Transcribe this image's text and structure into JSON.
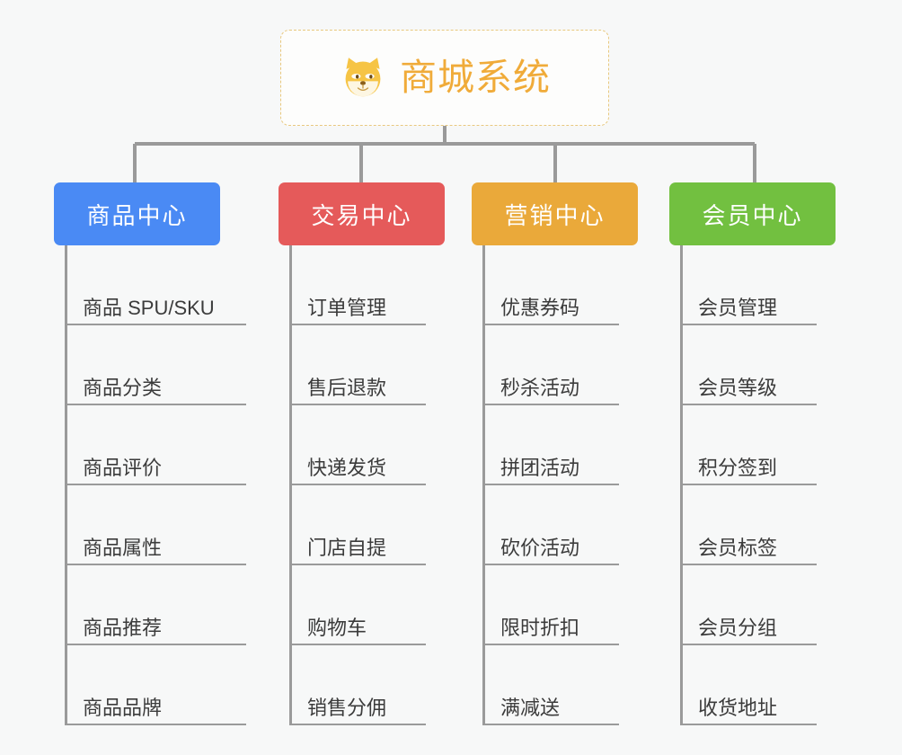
{
  "diagram": {
    "type": "mindmap-tree",
    "background": "#f7f8f8",
    "root": {
      "title": "商城系统",
      "icon": "dog-face-icon",
      "text_color": "#f0ab39",
      "border_color": "#e8c87e",
      "background": "#fdfdfc"
    },
    "line_color": "#9a9a9a",
    "leaf_text_color": "#3b3b3b",
    "columns": [
      {
        "label": "商品中心",
        "color": "#4a8af4",
        "items": [
          "商品 SPU/SKU",
          "商品分类",
          "商品评价",
          "商品属性",
          "商品推荐",
          "商品品牌"
        ]
      },
      {
        "label": "交易中心",
        "color": "#e55a5a",
        "items": [
          "订单管理",
          "售后退款",
          "快递发货",
          "门店自提",
          "购物车",
          "销售分佣"
        ]
      },
      {
        "label": "营销中心",
        "color": "#eaa93a",
        "items": [
          "优惠券码",
          "秒杀活动",
          "拼团活动",
          "砍价活动",
          "限时折扣",
          "满减送"
        ]
      },
      {
        "label": "会员中心",
        "color": "#72c040",
        "items": [
          "会员管理",
          "会员等级",
          "积分签到",
          "会员标签",
          "会员分组",
          "收货地址"
        ]
      }
    ]
  }
}
